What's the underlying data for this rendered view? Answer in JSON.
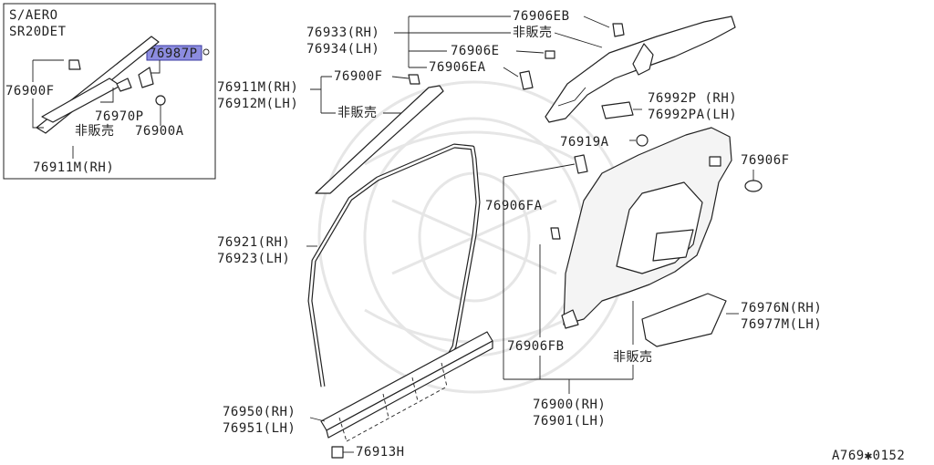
{
  "inset": {
    "title_line1": "S/AERO",
    "title_line2": "SR20DET",
    "highlighted_part": "76987P",
    "labels": {
      "p76900F": "76900F",
      "p76970P": "76970P",
      "p76900A": "76900A",
      "not_sold": "非販売",
      "p76911M_RH": "76911M(RH)"
    }
  },
  "labels": {
    "p76933_RH": "76933(RH)",
    "p76934_LH": "76934(LH)",
    "p76906EB": "76906EB",
    "not_sold_a": "非販売",
    "p76906E": "76906E",
    "p76906EA": "76906EA",
    "p76911M_RH": "76911M(RH)",
    "p76912M_LH": "76912M(LH)",
    "p76900F": "76900F",
    "not_sold_b": "非販売",
    "p76992P_RH": "76992P (RH)",
    "p76992PA_LH": "76992PA(LH)",
    "p76919A": "76919A",
    "p76906F": "76906F",
    "p76906FA": "76906FA",
    "p76921_RH": "76921(RH)",
    "p76923_LH": "76923(LH)",
    "p76976N_RH": "76976N(RH)",
    "p76977M_LH": "76977M(LH)",
    "p76906FB": "76906FB",
    "not_sold_c": "非販売",
    "p76950_RH": "76950(RH)",
    "p76951_LH": "76951(LH)",
    "p76900_RH": "76900(RH)",
    "p76901_LH": "76901(LH)",
    "p76913H": "76913H"
  },
  "figure_code": "A769✱0152",
  "colors": {
    "highlight": "#8c8ce0",
    "line": "#222222"
  }
}
